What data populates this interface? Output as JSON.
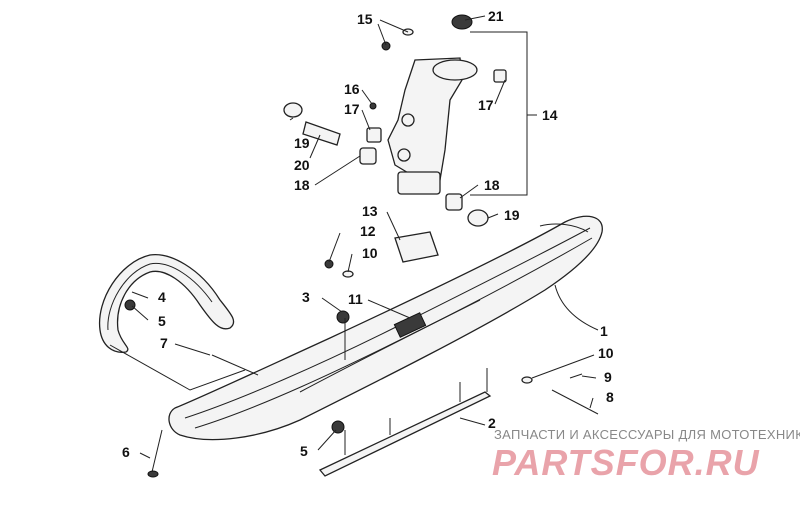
{
  "diagram": {
    "callouts": [
      {
        "id": "c1",
        "text": "1"
      },
      {
        "id": "c2",
        "text": "2"
      },
      {
        "id": "c3",
        "text": "3"
      },
      {
        "id": "c4",
        "text": "4"
      },
      {
        "id": "c5a",
        "text": "5"
      },
      {
        "id": "c5b",
        "text": "5"
      },
      {
        "id": "c6",
        "text": "6"
      },
      {
        "id": "c7",
        "text": "7"
      },
      {
        "id": "c8",
        "text": "8"
      },
      {
        "id": "c9",
        "text": "9"
      },
      {
        "id": "c10a",
        "text": "10"
      },
      {
        "id": "c10b",
        "text": "10"
      },
      {
        "id": "c11",
        "text": "11"
      },
      {
        "id": "c12",
        "text": "12"
      },
      {
        "id": "c13",
        "text": "13"
      },
      {
        "id": "c14",
        "text": "14"
      },
      {
        "id": "c15",
        "text": "15"
      },
      {
        "id": "c16",
        "text": "16"
      },
      {
        "id": "c17a",
        "text": "17"
      },
      {
        "id": "c17b",
        "text": "17"
      },
      {
        "id": "c18a",
        "text": "18"
      },
      {
        "id": "c18b",
        "text": "18"
      },
      {
        "id": "c19a",
        "text": "19"
      },
      {
        "id": "c19b",
        "text": "19"
      },
      {
        "id": "c20",
        "text": "20"
      },
      {
        "id": "c21",
        "text": "21"
      }
    ]
  },
  "watermark": {
    "caption": "ЗАПЧАСТИ И АКСЕССУАРЫ ДЛЯ МОТОТЕХНИКИ",
    "logo": "PARTSFOR.RU"
  },
  "colors": {
    "line": "#222222",
    "watermark": "#e9a3aa",
    "caption": "#888888"
  }
}
